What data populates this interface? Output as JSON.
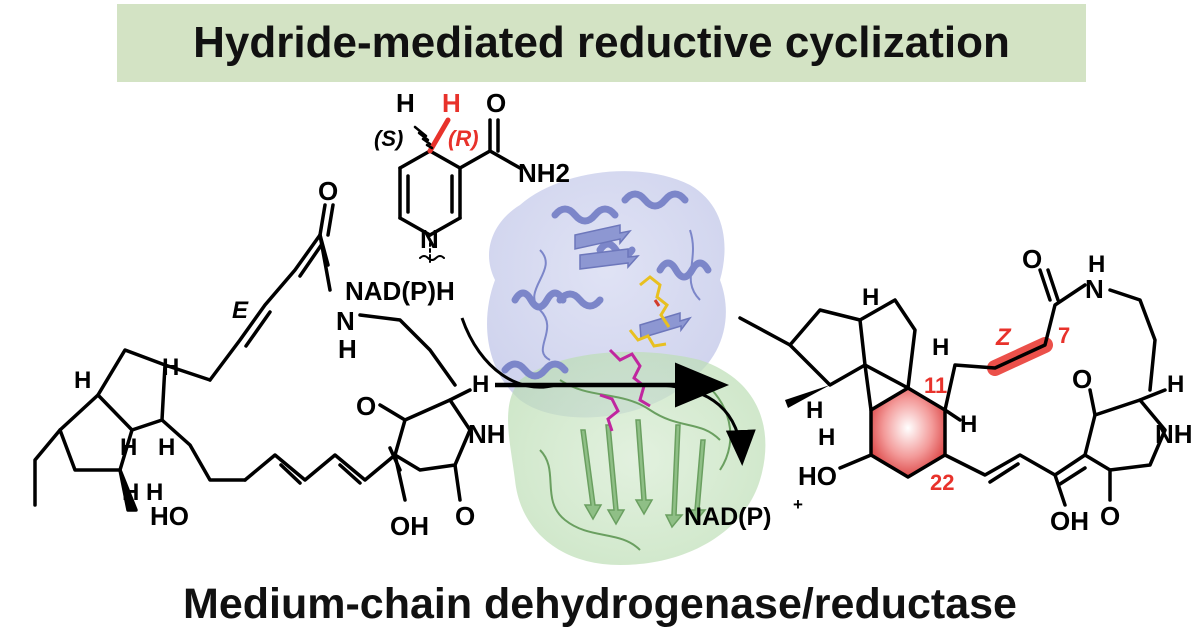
{
  "title": "Hydride-mediated reductive cyclization",
  "footer": "Medium-chain dehydrogenase/reductase",
  "colors": {
    "banner": "#d3e3c4",
    "accent_red": "#e8322b",
    "protein_blue": "#9aa3d8",
    "protein_green": "#a5cf9c",
    "ligand_magenta": "#c0269f",
    "ligand_yellow": "#e8c020"
  },
  "cofactor": {
    "hydride_h": "H",
    "other_h": "H",
    "s_label": "(S)",
    "r_label": "(R)",
    "carbonyl_o": "O",
    "amide": "NH2",
    "ring_n": "N",
    "name": "NAD(P)H"
  },
  "substrate": {
    "e_label": "E",
    "carbonyl_o": "O",
    "amide_n": "N",
    "amide_h": "H",
    "ring_o_top": "O",
    "ring_nh": "NH",
    "ring_o_bottom": "O",
    "enol_oh": "OH",
    "ho": "HO",
    "h_top_left": "H",
    "h_top_mid": "H",
    "h_junction_left": "H",
    "h_junction_right": "H",
    "h_bottom_pair": "H H",
    "h_ring": "H"
  },
  "product_molecule": {
    "h_top": "H",
    "h_angular": "H",
    "h_left": "H",
    "h_left2": "H",
    "h_right": "H",
    "ho": "HO",
    "z_label": "Z",
    "pos_7": "7",
    "pos_11": "11",
    "pos_22": "22",
    "carbonyl_o": "O",
    "amide_n": "N",
    "amide_h": "H",
    "ring_o_top": "O",
    "ring_nh": "NH",
    "ring_o_bottom": "O",
    "enol_oh": "OH",
    "h_ring": "H"
  },
  "cofactor_oxidized": "NAD(P)",
  "cofactor_oxidized_charge": "+"
}
